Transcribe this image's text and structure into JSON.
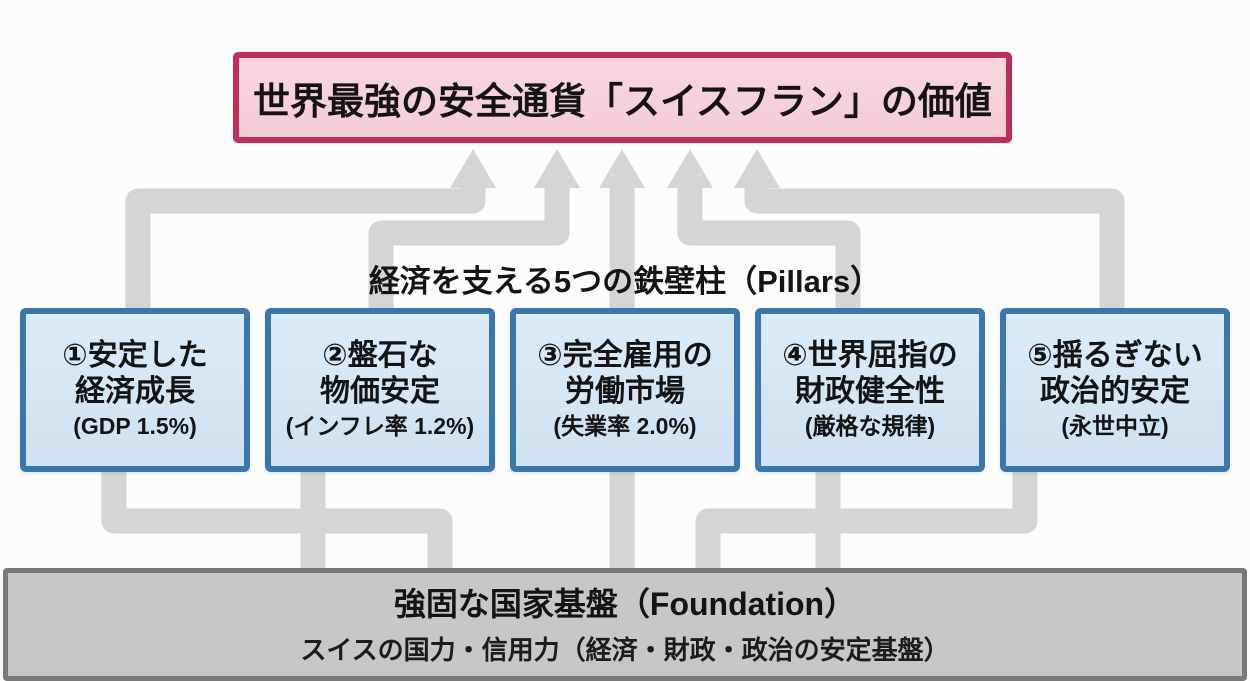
{
  "title": {
    "text": "世界最強の安全通貨「スイスフラン」の価値"
  },
  "pillars": {
    "label": "経済を支える5つの鉄壁柱（Pillars）",
    "items": [
      {
        "line1": "①安定した",
        "line2": "経済成長",
        "line3": "(GDP 1.5%)"
      },
      {
        "line1": "②盤石な",
        "line2": "物価安定",
        "line3": "(インフレ率 1.2%)"
      },
      {
        "line1": "③完全雇用の",
        "line2": "労働市場",
        "line3": "(失業率 2.0%)"
      },
      {
        "line1": "④世界屈指の",
        "line2": "財政健全性",
        "line3": "(厳格な規律)"
      },
      {
        "line1": "⑤揺るぎない",
        "line2": "政治的安定",
        "line3": "(永世中立)"
      }
    ]
  },
  "foundation": {
    "title": "強固な国家基盤（Foundation）",
    "subtitle": "スイスの国力・信用力（経済・財政・政治の安定基盤）"
  },
  "colors": {
    "title_fill": "#f4cbd7",
    "title_border": "#bf2f5a",
    "pillar_fill": "#d6e7f6",
    "pillar_border": "#3a77ac",
    "foundation_fill": "#c7c7c7",
    "foundation_border": "#787878",
    "arrow": "#d5d5d5",
    "text": "#141414",
    "background": "#fcfcfc"
  }
}
